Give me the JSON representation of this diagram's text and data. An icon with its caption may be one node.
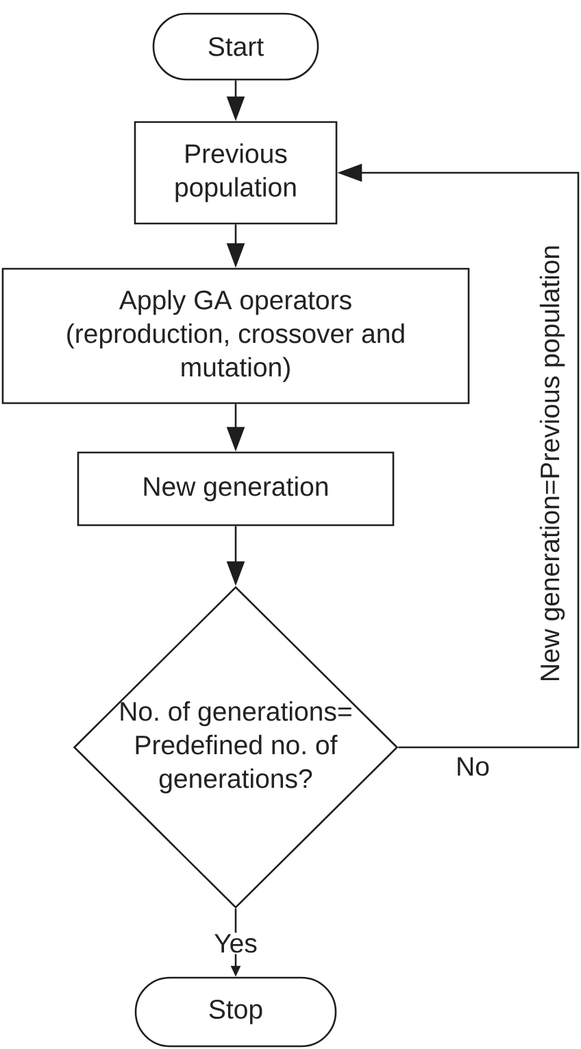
{
  "diagram": {
    "nodes": [
      {
        "text": [
          "Start"
        ]
      },
      {
        "text": [
          "Previous population"
        ]
      },
      {
        "text": [
          "Apply GA operators (reproduction, crossover and mutation)"
        ]
      },
      {
        "text": [
          "New generation"
        ]
      },
      {
        "text": [
          "No. of generations= Predefined no. of generations?"
        ]
      },
      {
        "text": [
          "Stop"
        ]
      }
    ],
    "edges": [
      {
        "from": 0,
        "to": 1,
        "arrow": "to"
      },
      {
        "from": 1,
        "to": 2,
        "arrow": "to"
      },
      {
        "from": 2,
        "to": 3,
        "arrow": "to"
      },
      {
        "from": 3,
        "to": 4,
        "arrow": "to"
      },
      {
        "from": 4,
        "to": 1,
        "arrow": "to",
        "label": "No"
      },
      {
        "from": 4,
        "to": 5,
        "arrow": "to",
        "label": "Yes"
      }
    ],
    "labels": [
      "New generation=Previous population"
    ]
  }
}
